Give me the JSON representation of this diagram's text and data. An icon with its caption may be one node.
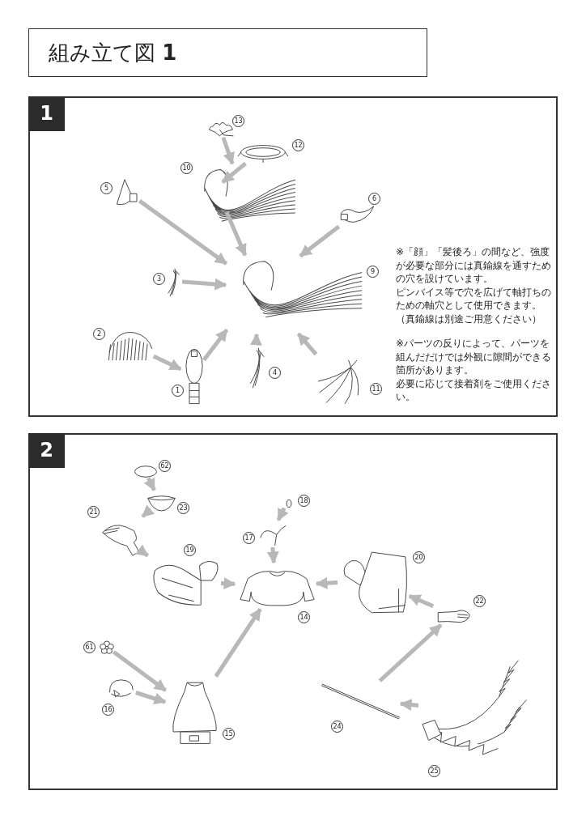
{
  "diagram": {
    "nodes": [
      {
        "text": [
          "組み立て図 **1**"
        ]
      },
      {
        "text": [
          "1"
        ]
      },
      {
        "text": [],
        "shape": "picture",
        "in": 1,
        "beside": [
          "13"
        ]
      },
      {
        "text": [],
        "shape": "picture",
        "in": 1,
        "beside": [
          "12"
        ]
      },
      {
        "text": [],
        "shape": "picture",
        "in": 1,
        "beside": [
          "10"
        ]
      },
      {
        "text": [],
        "shape": "picture",
        "in": 1,
        "beside": [
          "5"
        ]
      },
      {
        "text": [],
        "shape": "picture",
        "in": 1,
        "beside": [
          "6"
        ]
      },
      {
        "text": [],
        "shape": "picture",
        "in": 1,
        "beside": [
          "3"
        ]
      },
      {
        "text": [],
        "shape": "picture",
        "in": 1,
        "beside": [
          "9"
        ]
      },
      {
        "text": [],
        "shape": "picture",
        "in": 1,
        "beside": [
          "2"
        ]
      },
      {
        "text": [],
        "shape": "picture",
        "in": 1,
        "beside": [
          "1"
        ]
      },
      {
        "text": [],
        "shape": "picture",
        "in": 1,
        "beside": [
          "4"
        ]
      },
      {
        "text": [],
        "shape": "picture",
        "in": 1,
        "beside": [
          "11"
        ]
      },
      {
        "text": [
          "2"
        ]
      },
      {
        "text": [],
        "shape": "circle",
        "in": 13,
        "beside": [
          "62"
        ]
      },
      {
        "text": [],
        "shape": "picture",
        "in": 13,
        "beside": [
          "23"
        ]
      },
      {
        "text": [],
        "shape": "picture",
        "in": 13,
        "beside": [
          "21"
        ]
      },
      {
        "text": [],
        "shape": "circle",
        "in": 13,
        "beside": [
          "18"
        ]
      },
      {
        "text": [],
        "shape": "picture",
        "in": 13,
        "beside": [
          "17"
        ]
      },
      {
        "text": [],
        "shape": "picture",
        "in": 13,
        "beside": [
          "19"
        ]
      },
      {
        "text": [],
        "shape": "picture",
        "in": 13,
        "beside": [
          "20"
        ]
      },
      {
        "text": [],
        "shape": "picture",
        "in": 13,
        "beside": [
          "14"
        ]
      },
      {
        "text": [],
        "shape": "picture",
        "in": 13,
        "beside": [
          "22"
        ]
      },
      {
        "text": [],
        "shape": "picture",
        "in": 13,
        "beside": [
          "61"
        ]
      },
      {
        "text": [],
        "shape": "picture",
        "in": 13,
        "beside": [
          "16"
        ]
      },
      {
        "text": [],
        "shape": "picture",
        "in": 13,
        "beside": [
          "15"
        ]
      },
      {
        "text": [],
        "shape": "picture",
        "in": 13,
        "beside": [
          "24"
        ]
      },
      {
        "text": [],
        "shape": "picture",
        "in": 13,
        "beside": [
          "25"
        ]
      }
    ],
    "edges": [
      {
        "from": 2,
        "to": 4,
        "arrow": "to"
      },
      {
        "from": 3,
        "to": 4,
        "arrow": "to"
      },
      {
        "from": 4,
        "to": 8,
        "arrow": "to"
      },
      {
        "from": 5,
        "to": 8,
        "arrow": "to"
      },
      {
        "from": 6,
        "to": 8,
        "arrow": "to"
      },
      {
        "from": 7,
        "to": 8,
        "arrow": "to"
      },
      {
        "from": 9,
        "to": 10,
        "arrow": "to"
      },
      {
        "from": 10,
        "to": 8,
        "arrow": "to"
      },
      {
        "from": 11,
        "to": 8,
        "arrow": "to"
      },
      {
        "from": 12,
        "to": 8,
        "arrow": "to"
      },
      {
        "from": 14,
        "to": 15,
        "arrow": "to"
      },
      {
        "from": 15,
        "to": 16,
        "arrow": "to"
      },
      {
        "from": 16,
        "to": 19,
        "arrow": "to"
      },
      {
        "from": 19,
        "to": 21,
        "arrow": "to"
      },
      {
        "from": 17,
        "to": 18,
        "arrow": "to"
      },
      {
        "from": 18,
        "to": 21,
        "arrow": "to"
      },
      {
        "from": 20,
        "to": 21,
        "arrow": "to"
      },
      {
        "from": 22,
        "to": 20,
        "arrow": "to"
      },
      {
        "from": 23,
        "to": 25,
        "arrow": "to"
      },
      {
        "from": 24,
        "to": 25,
        "arrow": "to"
      },
      {
        "from": 25,
        "to": 21,
        "arrow": "to"
      },
      {
        "from": 27,
        "to": 26,
        "arrow": "to"
      },
      {
        "from": 26,
        "to": 22,
        "arrow": "to"
      }
    ],
    "labels": [
      "※「顔」「髪後ろ」の間など、強度が必要な部分には真鍮線を通すための穴を設けています。",
      "ピンバイス等で穴を広げて軸打ちのための軸穴として使用できます。",
      "（真鍮線は別途ご用意ください）",
      "※パーツの反りによって、パーツを組んだだけでは外観に隙間ができる箇所があります。",
      "必要に応じて接着剤をご使用ください。"
    ]
  }
}
